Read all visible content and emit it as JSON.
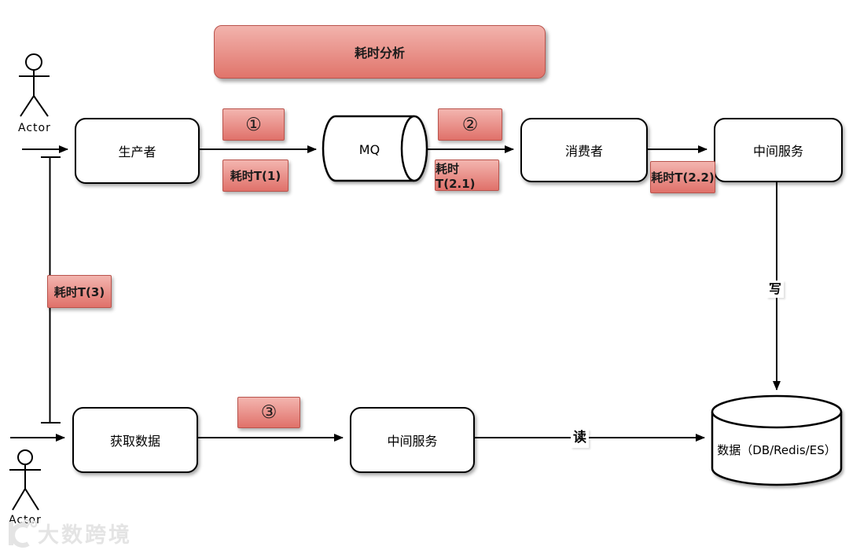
{
  "diagram": {
    "title": "耗时分析",
    "actor_top": "Actor",
    "actor_bottom": "Actor",
    "nodes": {
      "producer": "生产者",
      "mq": "MQ",
      "consumer": "消费者",
      "middle_service_top": "中间服务",
      "fetch_data": "获取数据",
      "middle_service_bottom": "中间服务",
      "database": "数据（DB/Redis/ES）"
    },
    "badges": {
      "step1": "①",
      "t1": "耗时T(1)",
      "step2": "②",
      "t2_1": "耗时T(2.1)",
      "t2_2": "耗时T(2.2)",
      "step3": "③",
      "t3": "耗时T(3)"
    },
    "edge_labels": {
      "write": "写",
      "read": "读"
    },
    "colors": {
      "badge_gradient_top": "#f3b5af",
      "badge_gradient_bottom": "#e0716a",
      "badge_border": "#b9534c",
      "node_fill": "#ffffff",
      "line": "#000000",
      "watermark": "#e4e4e4"
    },
    "watermark": "大数跨境"
  }
}
